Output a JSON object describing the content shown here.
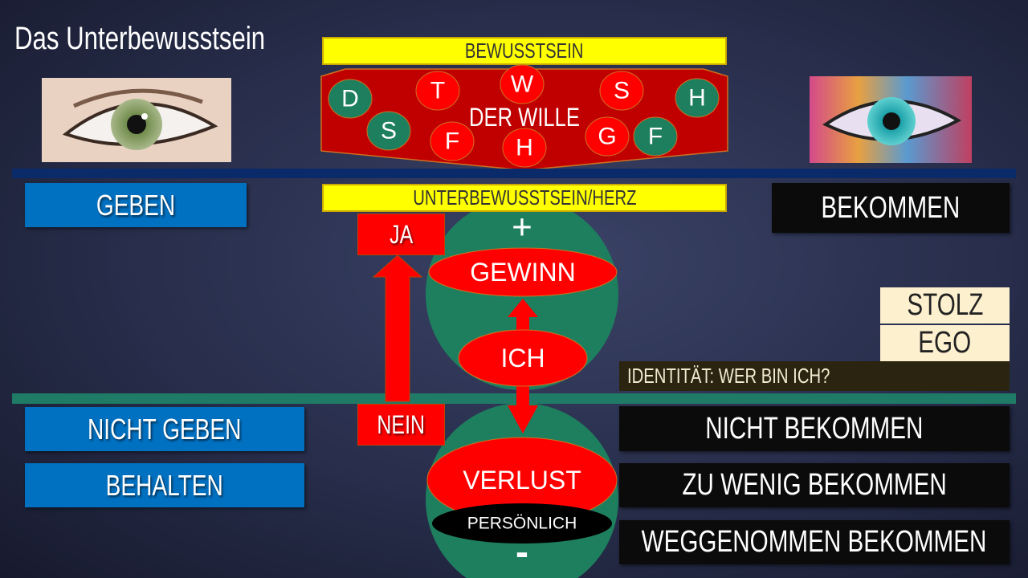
{
  "title": "Das Unterbewusstsein",
  "top_bar": "BEWUSSTSEIN",
  "will": {
    "label": "DER WILLE",
    "circles": [
      {
        "letter": "D",
        "color": "#1e7f5f"
      },
      {
        "letter": "S",
        "color": "#1e7f5f"
      },
      {
        "letter": "T",
        "color": "#ff0000"
      },
      {
        "letter": "F",
        "color": "#ff0000"
      },
      {
        "letter": "W",
        "color": "#ff0000"
      },
      {
        "letter": "H",
        "color": "#ff0000"
      },
      {
        "letter": "S",
        "color": "#ff0000"
      },
      {
        "letter": "G",
        "color": "#ff0000"
      },
      {
        "letter": "F",
        "color": "#1e7f5f"
      },
      {
        "letter": "H",
        "color": "#1e7f5f"
      }
    ]
  },
  "sub_bar": "UNTERBEWUSSTSEIN/HERZ",
  "left": {
    "geben": "GEBEN",
    "nicht_geben": "NICHT GEBEN",
    "behalten": "BEHALTEN"
  },
  "right": {
    "bekommen": "BEKOMMEN",
    "stolz": "STOLZ",
    "ego": "EGO",
    "identitaet": "IDENTITÄT: WER BIN ICH?",
    "nicht_bekommen": "NICHT BEKOMMEN",
    "zu_wenig": "ZU WENIG BEKOMMEN",
    "weggenommen": "WEGGENOMMEN BEKOMMEN"
  },
  "center": {
    "ja": "JA",
    "nein": "NEIN",
    "plus": "+",
    "minus": "-",
    "gewinn": "GEWINN",
    "ich": "ICH",
    "verlust": "VERLUST",
    "persoenlich": "PERSÖNLICH"
  },
  "colors": {
    "blue_line": "#0b2a6a",
    "green_line": "#1f7a66",
    "circle_green": "#1e7f5f",
    "red": "#ff0000"
  }
}
